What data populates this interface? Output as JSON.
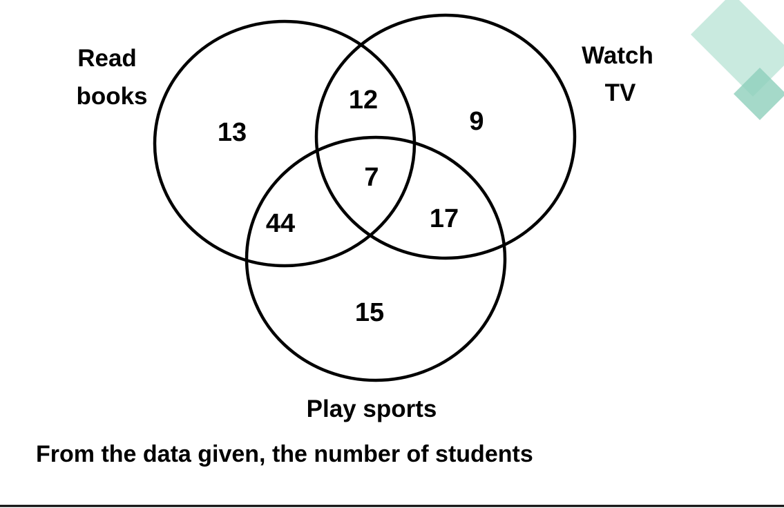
{
  "sets": {
    "read_books": [
      "Read",
      "books"
    ],
    "watch_tv": [
      "Watch",
      "TV"
    ],
    "play_sports": [
      "Play sports"
    ]
  },
  "regions": {
    "read_only": "13",
    "read_and_tv": "12",
    "tv_only": "9",
    "all_three": "7",
    "read_and_sports": "44",
    "tv_and_sports": "17",
    "sports_only": "15"
  },
  "caption": "From the data given, the number of students",
  "colors": {
    "decoration_light": "#bfe6d9",
    "decoration_dark": "#8fd0bc",
    "outline": "#000000",
    "bottom_rule": "#000000"
  }
}
